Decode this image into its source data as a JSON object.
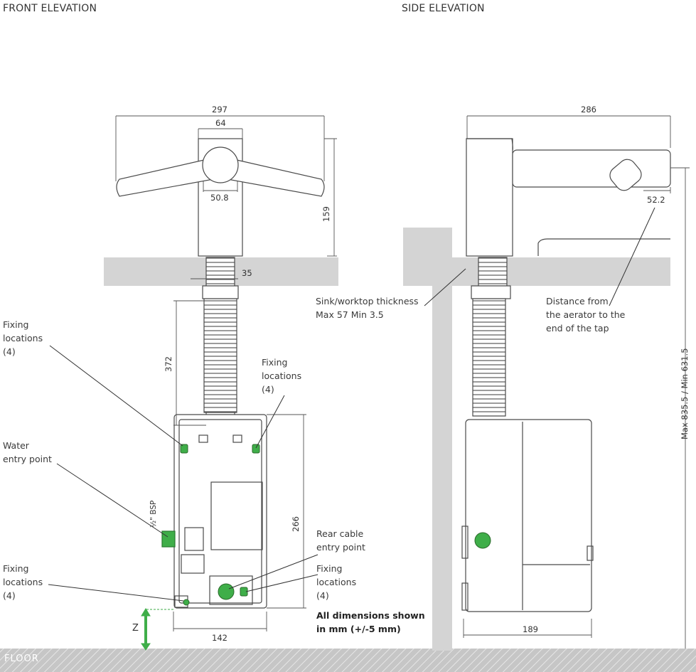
{
  "headings": {
    "front": "FRONT ELEVATION",
    "side": "SIDE ELEVATION"
  },
  "front_dimensions": {
    "overall_width": "297",
    "body_width": "64",
    "bulb_diameter": "50.8",
    "height_above_worktop": "159",
    "shank": "35",
    "hose_length": "372",
    "unit_height": "266",
    "unit_width": "142",
    "bsp": "½\" BSP"
  },
  "side_dimensions": {
    "overall_depth": "286",
    "aerator": "52.2",
    "unit_depth": "189",
    "total_height": "Max 835.5 / Min 631.5"
  },
  "labels": {
    "fixing_top_left": "Fixing\nlocations\n(4)",
    "fixing_top_right": "Fixing\nlocations\n(4)",
    "water_entry": "Water\nentry point",
    "fixing_bottom_left": "Fixing\nlocations\n(4)",
    "rear_cable": "Rear cable\nentry point",
    "fixing_bottom_right": "Fixing\nlocations\n(4)",
    "sink_thickness": "Sink/worktop thickness\nMax 57 Min 3.5",
    "aerator_distance": "Distance from\nthe aerator to the\nend of the tap",
    "all_dimensions": "All dimensions shown\nin mm (+/-5 mm)",
    "z": "Z",
    "floor": "FLOOR"
  },
  "colors": {
    "outline": "#4a4a4a",
    "worktop": "#cfcfcf",
    "accent_green": "#3fae49",
    "floor": "#bdbdbd"
  }
}
